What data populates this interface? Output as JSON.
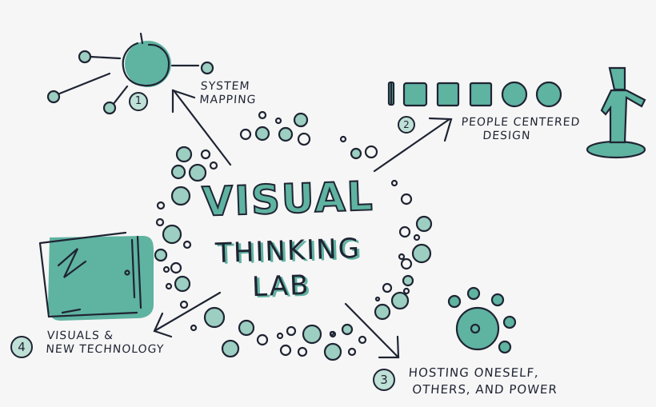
{
  "title": {
    "line1": "VISUAL",
    "line2": "THINKING",
    "line3": "LAB"
  },
  "sections": [
    {
      "number": "1",
      "label_line1": "SYSTEM",
      "label_line2": "MAPPING",
      "icon": "network-node-icon"
    },
    {
      "number": "2",
      "label_line1": "PEOPLE CENTERED",
      "label_line2": "DESIGN",
      "icon": "person-on-pedestal-icon"
    },
    {
      "number": "3",
      "label_line1": "HOSTING ONESELF,",
      "label_line2": "OTHERS, AND POWER",
      "icon": "power-circle-icon"
    },
    {
      "number": "4",
      "label_line1": "VISUALS &",
      "label_line2": "NEW TECHNOLOGY",
      "icon": "tablet-icon"
    }
  ],
  "colors": {
    "background": "#f6f6f6",
    "accent": "#5fb3a1",
    "accent_light": "#9ccfc1",
    "ink": "#1f2433"
  }
}
